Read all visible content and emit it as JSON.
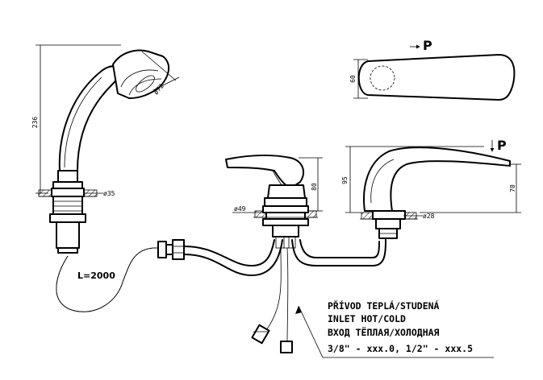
{
  "dimensions": {
    "hand_shower_height": "236",
    "hand_shower_diameter": "ø72",
    "hand_shower_base": "ø35",
    "mixer_base": "ø49",
    "mixer_height": "80",
    "spout_height": "95",
    "spout_outlet_height": "70",
    "spout_base": "ø28",
    "spout_top_width": "60"
  },
  "pressure_labels": {
    "top_view": "P",
    "side_view": "P"
  },
  "hose_length": "L=2000",
  "inlet_note": [
    "PŘÍVOD TEPLÁ/STUDENÁ",
    "INLET HOT/COLD",
    "ВХОД ТЁПЛАЯ/ХОЛОДНАЯ",
    "3/8\" - xxx.0, 1/2\" - xxx.5"
  ]
}
